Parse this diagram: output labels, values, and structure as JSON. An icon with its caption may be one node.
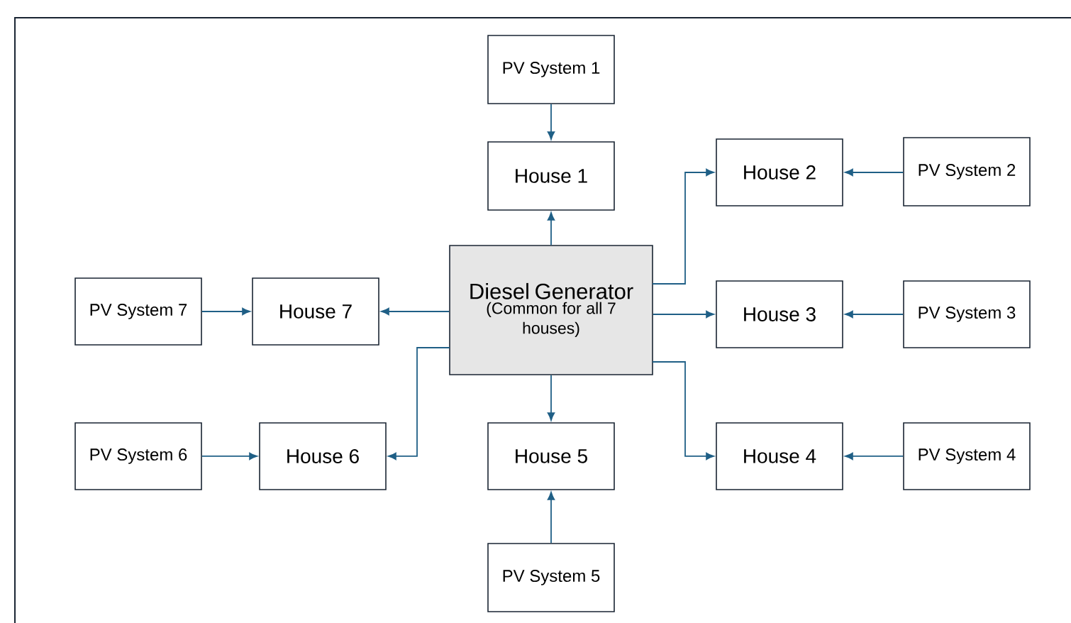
{
  "diagram": {
    "nodes": [
      {
        "text": [
          "PV System 1"
        ]
      },
      {
        "text": [
          "House 1"
        ]
      },
      {
        "text": [
          "House 2"
        ]
      },
      {
        "text": [
          "PV System 2"
        ]
      },
      {
        "text": [
          "PV System 7"
        ]
      },
      {
        "text": [
          "House 7"
        ]
      },
      {
        "text": [
          "Diesel Generator",
          "(Common for all 7 houses)"
        ]
      },
      {
        "text": [
          "House 3"
        ]
      },
      {
        "text": [
          "PV System 3"
        ]
      },
      {
        "text": [
          "PV System 6"
        ]
      },
      {
        "text": [
          "House 6"
        ]
      },
      {
        "text": [
          "House 5"
        ]
      },
      {
        "text": [
          "House 4"
        ]
      },
      {
        "text": [
          "PV System 4"
        ]
      },
      {
        "text": [
          "PV System 5"
        ]
      }
    ],
    "edges": [
      {
        "from": 0,
        "to": 1,
        "arrow": "to"
      },
      {
        "from": 6,
        "to": 1,
        "arrow": "to"
      },
      {
        "from": 6,
        "to": 2,
        "arrow": "to"
      },
      {
        "from": 3,
        "to": 2,
        "arrow": "to"
      },
      {
        "from": 4,
        "to": 5,
        "arrow": "to"
      },
      {
        "from": 6,
        "to": 5,
        "arrow": "to"
      },
      {
        "from": 6,
        "to": 7,
        "arrow": "to"
      },
      {
        "from": 8,
        "to": 7,
        "arrow": "to"
      },
      {
        "from": 6,
        "to": 10,
        "arrow": "to"
      },
      {
        "from": 9,
        "to": 10,
        "arrow": "to"
      },
      {
        "from": 6,
        "to": 11,
        "arrow": "to"
      },
      {
        "from": 14,
        "to": 11,
        "arrow": "to"
      },
      {
        "from": 6,
        "to": 12,
        "arrow": "to"
      },
      {
        "from": 13,
        "to": 12,
        "arrow": "to"
      }
    ]
  }
}
